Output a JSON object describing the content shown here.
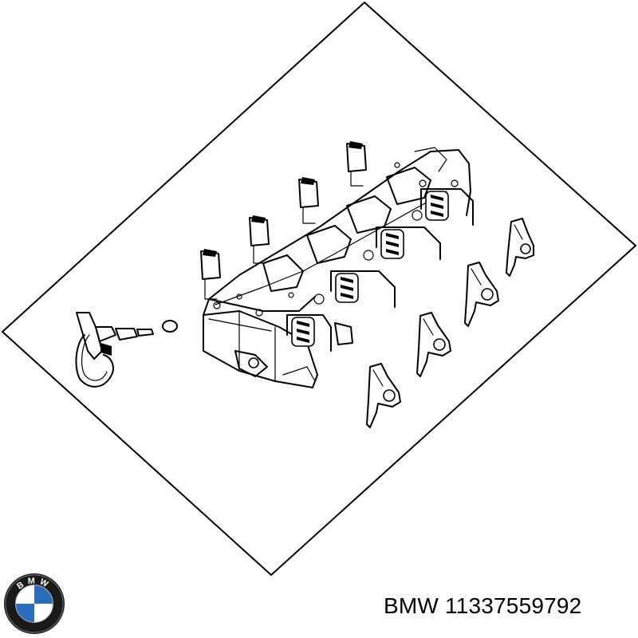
{
  "product": {
    "brand": "BMW",
    "part_number": "11337559792"
  },
  "logo": {
    "name": "bmw-roundel-logo",
    "lettering": "BMW",
    "colors": {
      "blue": "#2a6dbb",
      "white": "#ffffff",
      "ring": "#1a1a1a"
    }
  },
  "drawing": {
    "name": "valve-train-assembly-line-drawing",
    "line_color": "#000000",
    "background": "#ffffff"
  }
}
